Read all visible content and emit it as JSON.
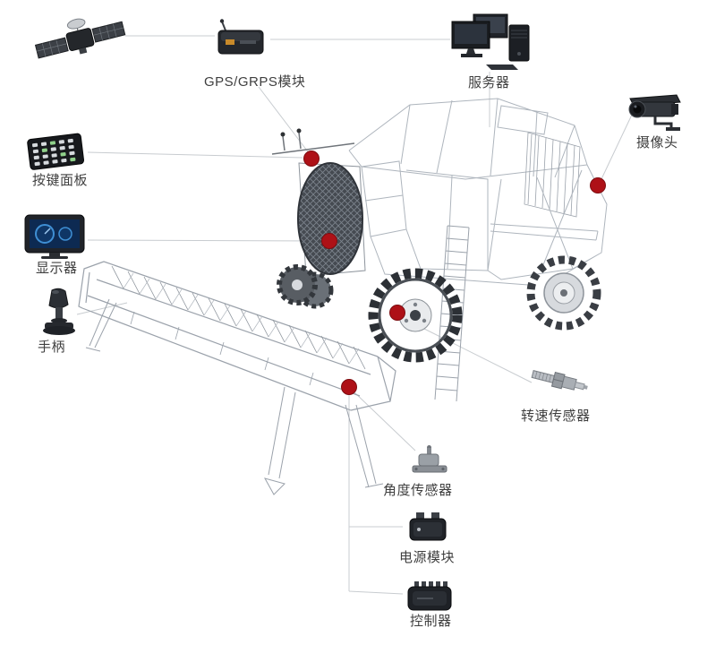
{
  "colors": {
    "marker": "#ae1117",
    "marker_edge": "#7e0d11",
    "connector": "#c8ccd0",
    "label_text": "#3f3f3f",
    "wireframe": "#aeb5bd",
    "background": "#ffffff"
  },
  "diagram": {
    "nodes": [
      {
        "id": "gps-module",
        "label": "GPS/GRPS模块"
      },
      {
        "id": "server",
        "label": "服务器"
      },
      {
        "id": "camera",
        "label": "摄像头"
      },
      {
        "id": "keypad",
        "label": "按键面板"
      },
      {
        "id": "display",
        "label": "显示器"
      },
      {
        "id": "joystick",
        "label": "手柄"
      },
      {
        "id": "speed-sensor",
        "label": "转速传感器"
      },
      {
        "id": "angle-sensor",
        "label": "角度传感器"
      },
      {
        "id": "power-module",
        "label": "电源模块"
      },
      {
        "id": "controller",
        "label": "控制器"
      }
    ]
  }
}
